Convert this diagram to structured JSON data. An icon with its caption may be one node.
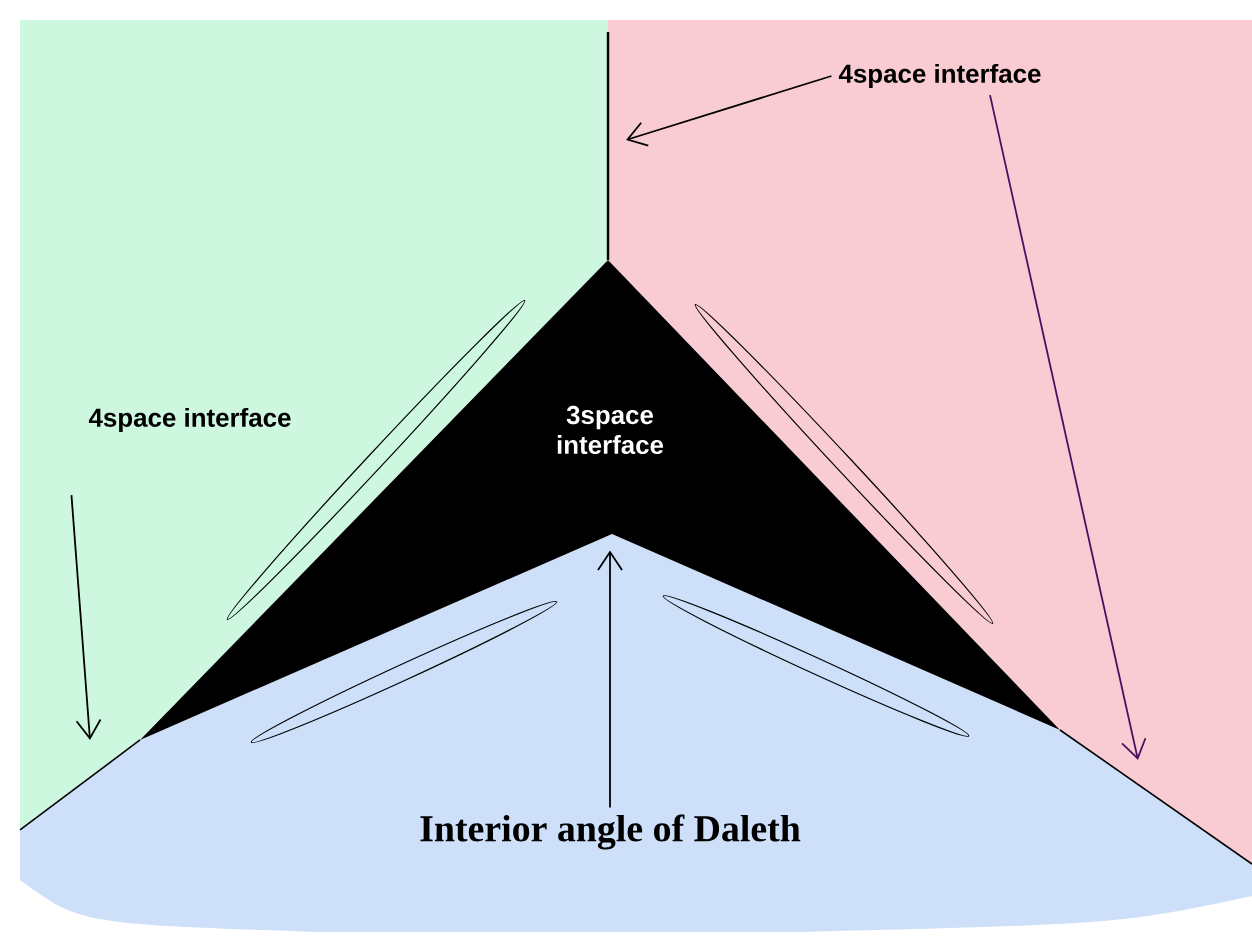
{
  "diagram": {
    "nodes": [
      {
        "text": [
          "4space interface"
        ]
      },
      {
        "text": [
          "4space interface"
        ]
      },
      {
        "text": [
          "3space interface"
        ]
      },
      {
        "text": [
          "Interior angle of Daleth"
        ]
      }
    ],
    "edges": [
      {
        "from": 0,
        "to": null,
        "arrow": "to"
      },
      {
        "from": 0,
        "to": null,
        "arrow": "to",
        "color": "#4b1060"
      },
      {
        "from": 1,
        "to": null,
        "arrow": "to"
      },
      {
        "from": 3,
        "to": 2,
        "arrow": "to"
      }
    ]
  }
}
